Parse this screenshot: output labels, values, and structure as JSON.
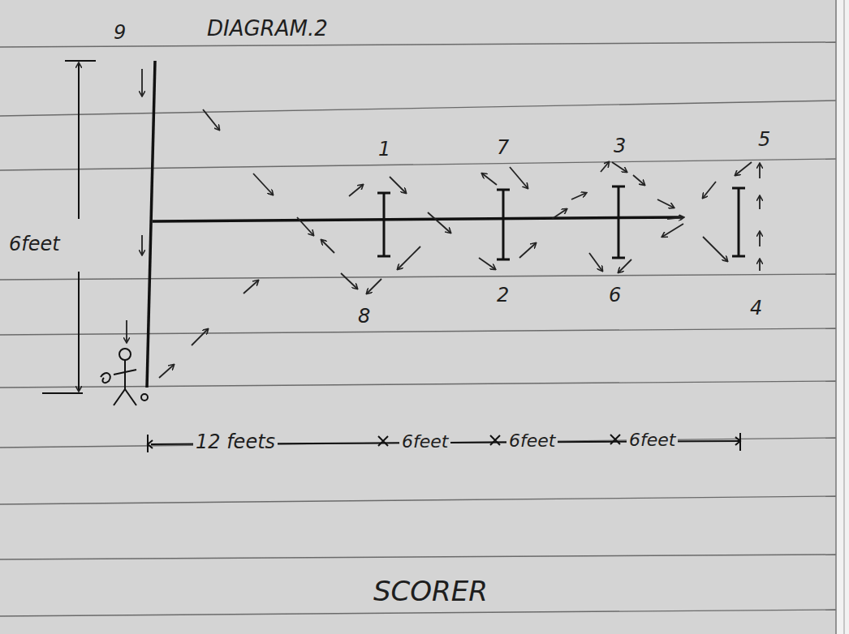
{
  "diagram": {
    "title": "DIAGRAM.2",
    "labels": [
      "9",
      "1",
      "7",
      "3",
      "5",
      "6feet",
      "8",
      "2",
      "6",
      "4",
      "12 feets",
      "6feet",
      "6feet",
      "6feet",
      "SCORER"
    ]
  }
}
